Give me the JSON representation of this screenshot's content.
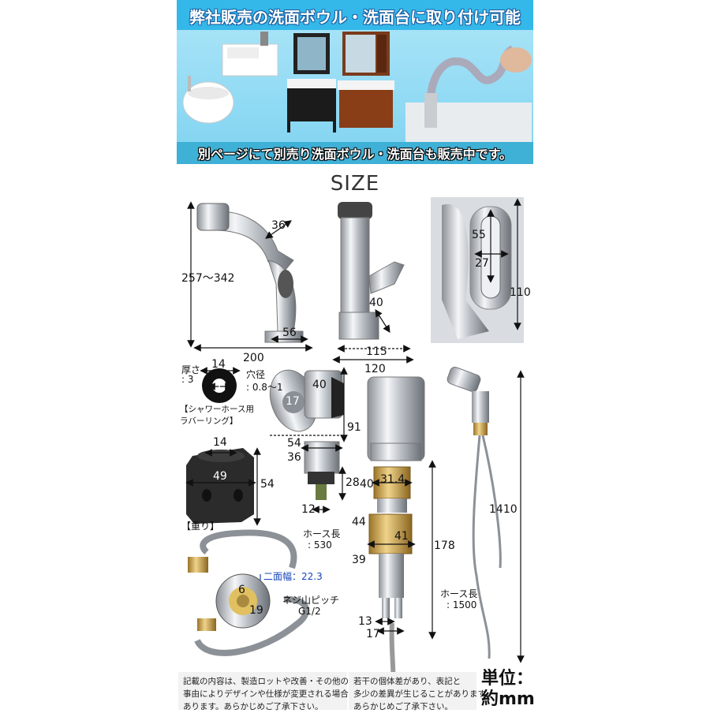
{
  "banner": {
    "title": "弊社販売の洗面ボウル・洗面台に取り付け可能",
    "subtitle": "別ページにて別売り洗面ボウル・洗面台も販売中です。"
  },
  "size_title": "SIZE",
  "dims": {
    "d36": "36",
    "d257": "257〜342",
    "d56": "56",
    "d200": "200",
    "d40a": "40",
    "d115": "115",
    "d120": "120",
    "d55": "55",
    "d27": "27",
    "d110": "110",
    "thick_label": "厚さ",
    "thick_val": ": 3",
    "d14a": "14",
    "d7": "7",
    "hole_label": "穴径",
    "hole_val": ": 0.8〜1",
    "d40b": "40",
    "d17a": "17",
    "d91": "91",
    "d54a": "54",
    "d36b": "36",
    "d28": "28",
    "d12": "12",
    "d14b": "14",
    "d49": "49",
    "d54b": "54",
    "d40c": "40",
    "d31_4": "31.4",
    "d44": "44",
    "d41": "41",
    "d178": "178",
    "d39": "39",
    "d13": "13",
    "d17b": "17",
    "d1410": "1410",
    "hose_len_label": "ホース長",
    "hose_len_val": ": 530",
    "nimen_label": "二面幅",
    "nimen_val": "：22.3",
    "d6": "6",
    "d19": "19",
    "pitch_label": "ネジ山ピッチ",
    "pitch_val": "G1/2",
    "hose_len2_label": "ホース長",
    "hose_len2_val": ": 1500"
  },
  "captions": {
    "rubber_ring": "【シャワーホース用\nラバーリング】",
    "weight": "【重り】"
  },
  "footer": {
    "note_left": "記載の内容は、製造ロットや改善・その他の\n事由によりデザインや仕様が変更される場合が\nあります。あらかじめご了承下さい。",
    "note_right": "若干の個体差があり、表記と\n多少の差異が生じることがあります。\nあらかじめご了承下さい。",
    "unit_label": "単位：",
    "unit_value": "約mm"
  },
  "colors": {
    "chrome": "#c9cdd2",
    "brass": "#c9a04a",
    "banner": "#34b8ea",
    "dim_line": "#222222",
    "accent_blue": "#1646b8"
  }
}
